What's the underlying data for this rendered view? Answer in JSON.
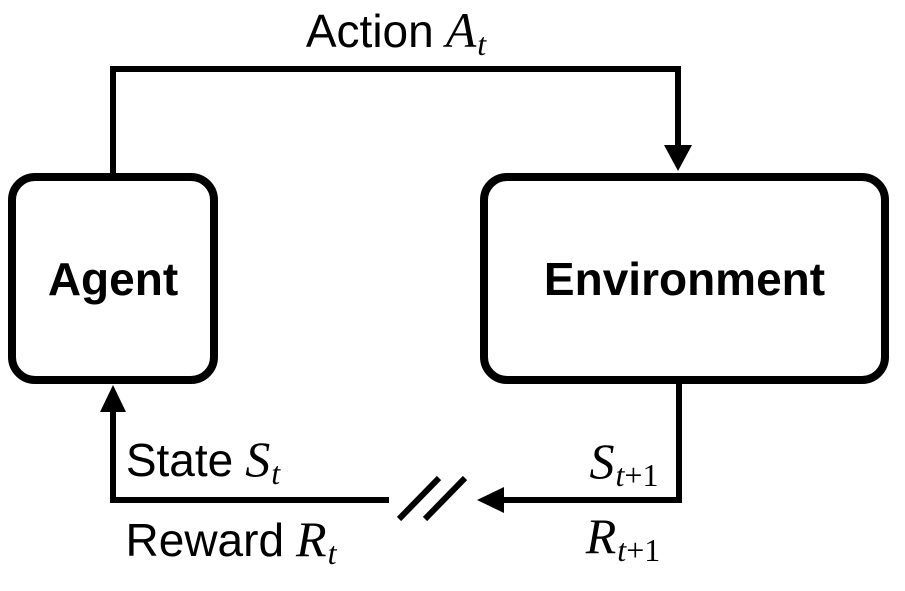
{
  "diagram": {
    "title_semantic": "agent-environment-interaction-loop",
    "boxes": {
      "agent": "Agent",
      "environment": "Environment"
    },
    "labels": {
      "action": {
        "word": "Action",
        "var": "A",
        "sub_it": "t",
        "sub_up": ""
      },
      "state": {
        "word": "State",
        "var": "S",
        "sub_it": "t",
        "sub_up": ""
      },
      "reward": {
        "word": "Reward",
        "var": "R",
        "sub_it": "t",
        "sub_up": ""
      },
      "next_state": {
        "word": "",
        "var": "S",
        "sub_it": "t",
        "sub_up": "+1"
      },
      "next_reward": {
        "word": "",
        "var": "R",
        "sub_it": "t",
        "sub_up": "+1"
      }
    },
    "colors": {
      "ink": "#000000",
      "background": "#ffffff"
    }
  }
}
